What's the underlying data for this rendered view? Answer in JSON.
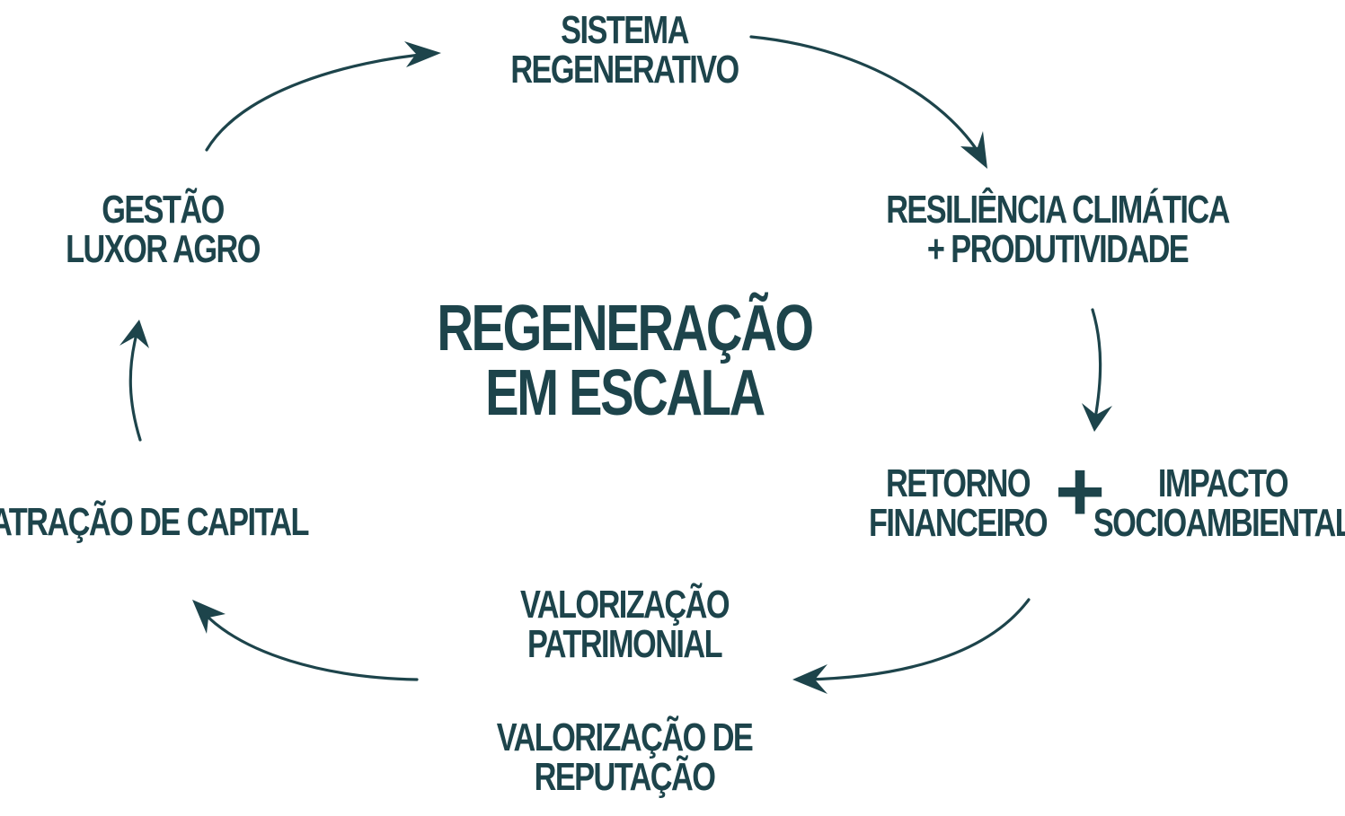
{
  "colors": {
    "primary": "#1d444b",
    "background": "#ffffff"
  },
  "center": {
    "line1": "REGENERAÇÃO",
    "line2": "EM ESCALA"
  },
  "nodes": {
    "sistema_regenerativo": {
      "line1": "SISTEMA",
      "line2": "REGENERATIVO"
    },
    "resiliencia": {
      "line1": "RESILIÊNCIA CLIMÁTICA",
      "line2": "+ PRODUTIVIDADE"
    },
    "retorno_financeiro": {
      "line1": "RETORNO",
      "line2": "FINANCEIRO"
    },
    "plus": "+",
    "impacto_socioambiental": {
      "line1": "IMPACTO",
      "line2": "SOCIOAMBIENTAL"
    },
    "valorizacao_patrimonial": {
      "line1": "VALORIZAÇÃO",
      "line2": "PATRIMONIAL"
    },
    "valorizacao_reputacao": {
      "line1": "VALORIZAÇÃO DE",
      "line2": "REPUTAÇÃO"
    },
    "atracao_capital": {
      "line1": "ATRAÇÃO DE CAPITAL"
    },
    "gestao_luxor": {
      "line1": "GESTÃO",
      "line2": "LUXOR AGRO"
    }
  }
}
